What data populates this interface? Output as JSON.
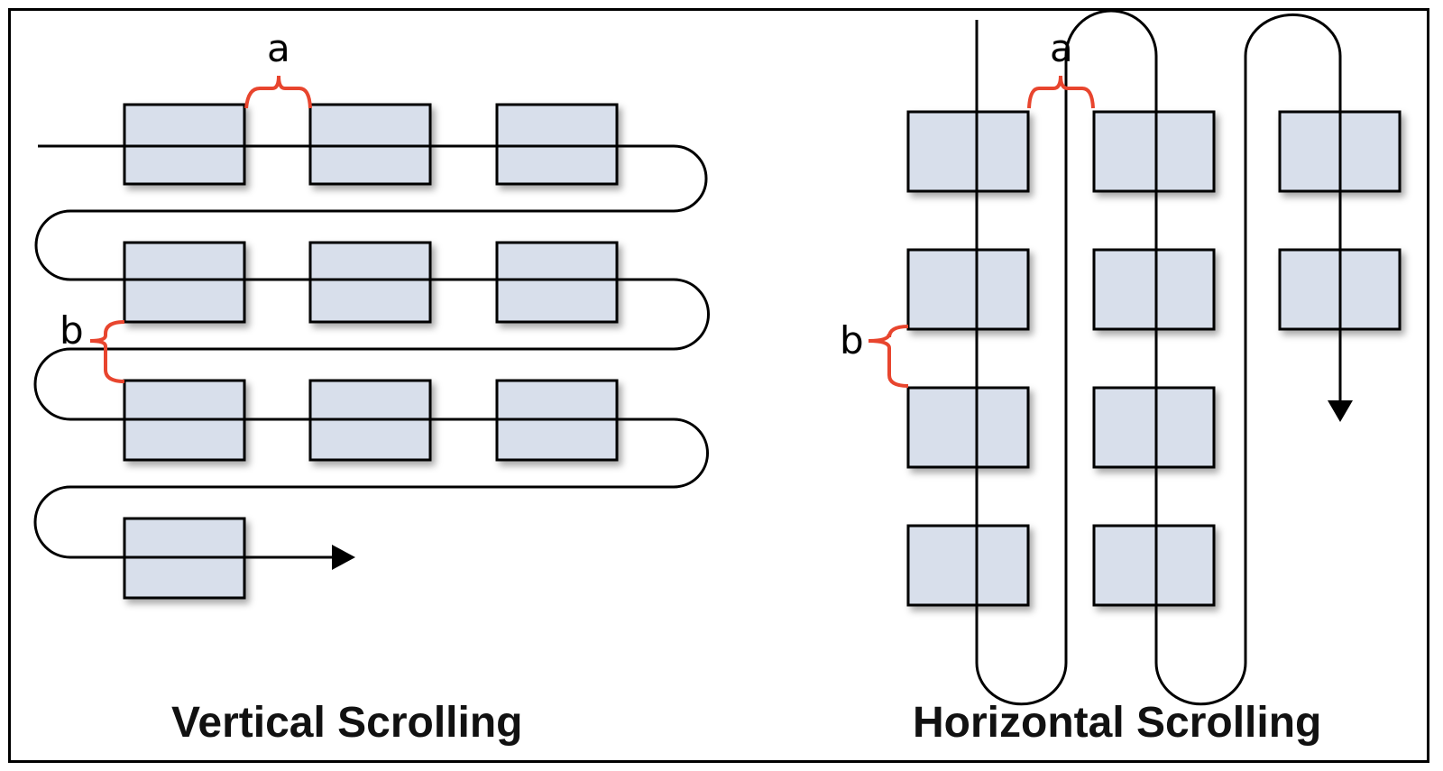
{
  "left_panel": {
    "caption": "Vertical Scrolling",
    "label_a": "a",
    "label_b": "b"
  },
  "right_panel": {
    "caption": "Horizontal Scrolling",
    "label_a": "a",
    "label_b": "b"
  },
  "colors": {
    "cell_fill": "#d8dfeb",
    "cell_stroke": "#000000",
    "bracket": "#e8452e",
    "path": "#000000"
  }
}
